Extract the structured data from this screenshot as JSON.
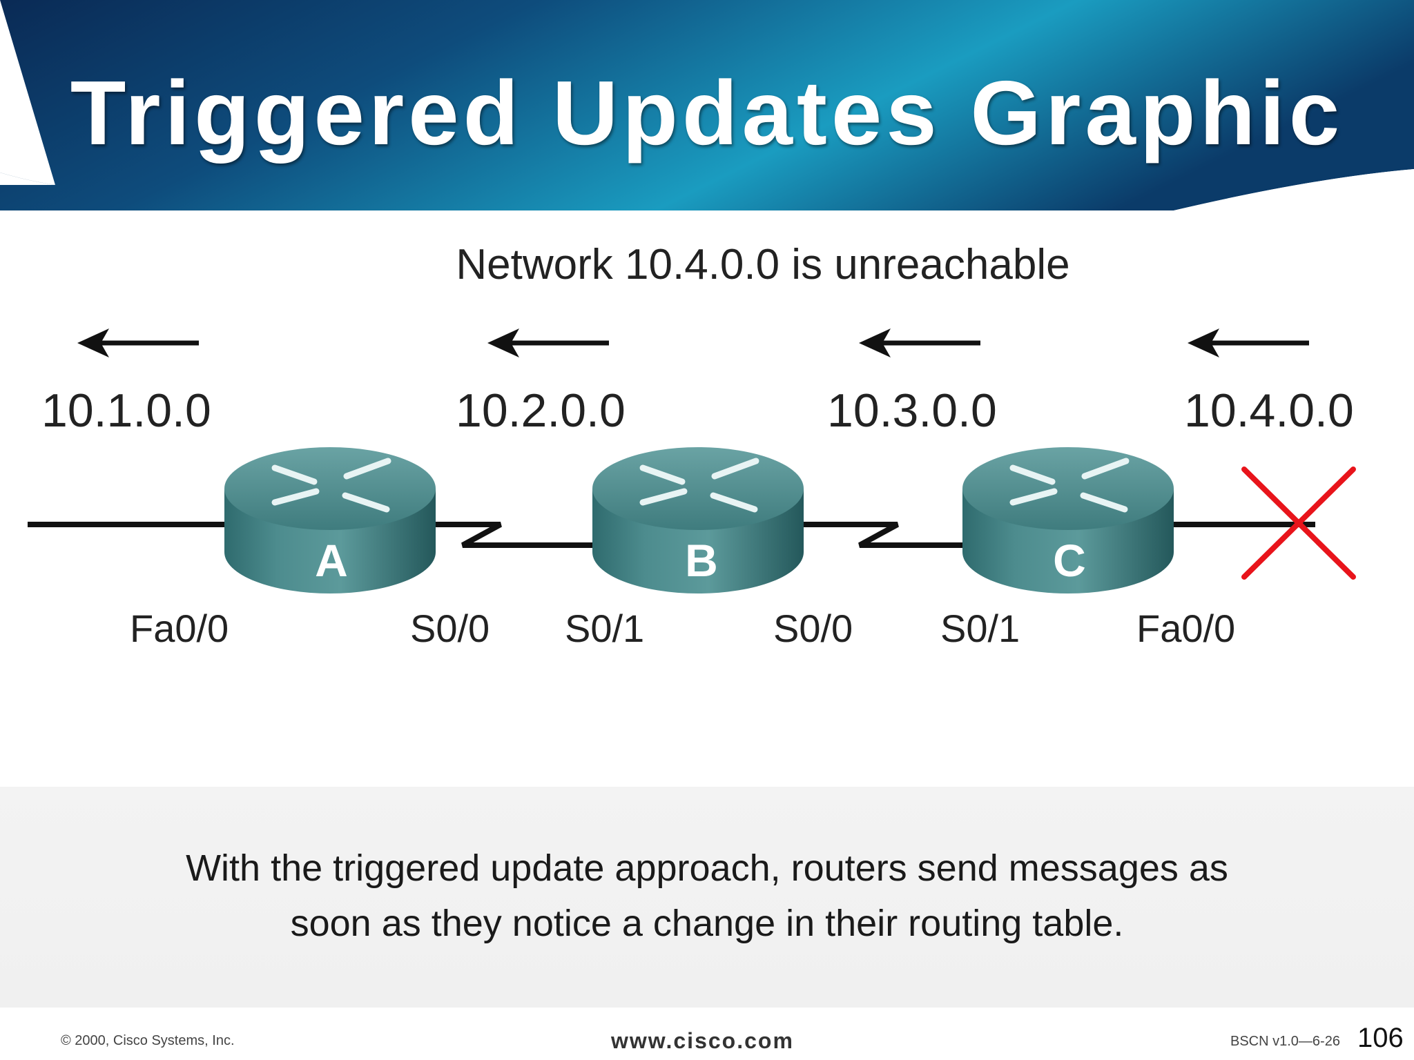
{
  "slide": {
    "title": "Triggered Updates Graphic",
    "subtitle": "Network 10.4.0.0 is unreachable",
    "caption_line1": "With the triggered update approach, routers send messages as",
    "caption_line2": "soon as they notice a change in their routing table.",
    "page_number": "106"
  },
  "networks": [
    "10.1.0.0",
    "10.2.0.0",
    "10.3.0.0",
    "10.4.0.0"
  ],
  "routers": [
    {
      "name": "A",
      "left_interface": "Fa0/0",
      "right_interface": "S0/0"
    },
    {
      "name": "B",
      "left_interface": "S0/1",
      "right_interface": "S0/0"
    },
    {
      "name": "C",
      "left_interface": "S0/1",
      "right_interface": "Fa0/0"
    }
  ],
  "footer": {
    "copyright": "© 2000, Cisco Systems, Inc.",
    "website": "www.cisco.com",
    "course_code": "BSCN v1.0—6-26"
  },
  "colors": {
    "header_dark": "#0b2f5a",
    "header_light": "#1591b6",
    "router_body": "#3e7d7f",
    "failure_mark": "#e8141b"
  }
}
